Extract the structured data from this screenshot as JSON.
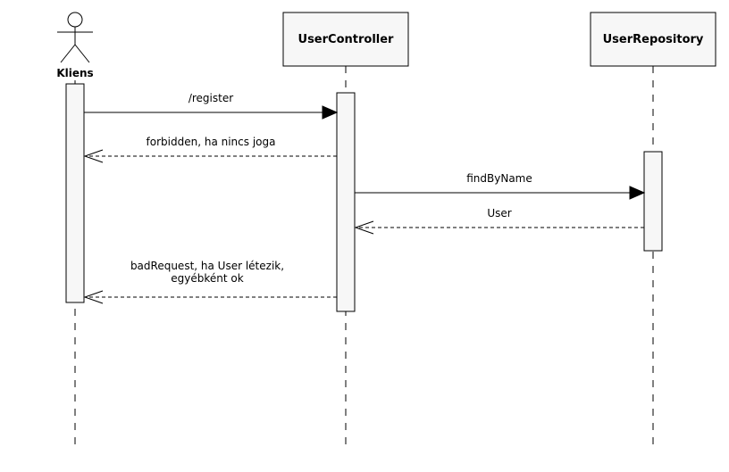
{
  "participants": {
    "client": {
      "label": "Kliens",
      "kind": "actor"
    },
    "controller": {
      "label": "UserController",
      "kind": "box"
    },
    "repository": {
      "label": "UserRepository",
      "kind": "box"
    }
  },
  "messages": [
    {
      "from": "Kliens",
      "to": "UserController",
      "type": "sync",
      "lines": [
        "/register"
      ]
    },
    {
      "from": "UserController",
      "to": "Kliens",
      "type": "return",
      "lines": [
        "forbidden, ha nincs joga"
      ]
    },
    {
      "from": "UserController",
      "to": "UserRepository",
      "type": "sync",
      "lines": [
        "findByName"
      ]
    },
    {
      "from": "UserRepository",
      "to": "UserController",
      "type": "return",
      "lines": [
        "User"
      ]
    },
    {
      "from": "UserController",
      "to": "Kliens",
      "type": "return",
      "lines": [
        "badRequest, ha User létezik,",
        "egyébként ok"
      ]
    }
  ]
}
